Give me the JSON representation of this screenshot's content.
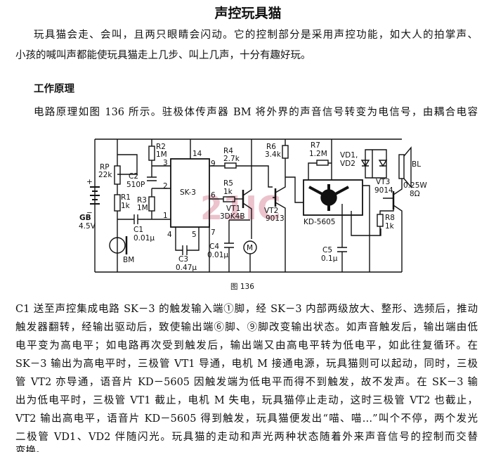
{
  "title": "声控玩具猫",
  "intro": [
    "玩具猫会走、会叫，且两只眼睛会闪动。它的控制部分是采用声控功能，如大人的拍掌声、",
    "小孩的喊叫声都能使玩具猫走上几步、叫上几声，十分有趣好玩。"
  ],
  "heading": "工作原理",
  "para1": "电路原理如图 136 所示。驻极体传声器 BM 将外界的声音信号转变为电信号，由耦合电容",
  "figure": {
    "caption": "图 136",
    "ic": "SK-3",
    "pins": [
      "14",
      "3",
      "2",
      "1",
      "4",
      "5",
      "9",
      "6",
      "7"
    ],
    "GB": "GB",
    "GB_v": "4.5V",
    "RP": "RP",
    "RP_v": "22k",
    "R1": "R1",
    "R1_v": "1k",
    "R2": "R2",
    "R2_v": "1M",
    "R3": "R3",
    "R3_v": "1M",
    "C1": "C1",
    "C1_v": "0.01μ",
    "C2": "C2",
    "C2_v": "510P",
    "C3": "C3",
    "C3_v": "0.47μ",
    "C4": "C4",
    "C4_v": "0.01μ",
    "C5": "C5",
    "C5_v": "0.1μ",
    "R4": "R4",
    "R4_v": "2.7k",
    "R5": "R5",
    "R5_v": "1k",
    "R6": "R6",
    "R6_v": "3.4k",
    "R7": "R7",
    "R7_v": "1.2M",
    "R8": "R8",
    "R8_v": "1k",
    "VT1": "VT1",
    "VT1_v": "3DK4B",
    "VT2": "VT2",
    "VT2_v": "9013",
    "VT3": "VT3",
    "VT3_v": "9014",
    "VD": "VD1,",
    "VD2": "VD2",
    "BL": "BL",
    "BL_p": "0.25W",
    "BL_r": "8Ω",
    "BM": "BM",
    "M": "M",
    "KD": "KD-5605",
    "watermark": "21IC"
  },
  "para2": [
    "C1 送至声控集成电路 SK－3 的触发输入端①脚，经 SK－3 内部两级放大、整形、选频后，推动",
    "触发器翻转，经输出驱动后，致使输出端⑥脚、⑨脚改变输出状态。如声音触发后，输出端由低",
    "电平变为高电平；如电路再次受到触发后，输出端又由高电平转为低电平，如此往复循环。在",
    "SK－3 输出为高电平时，三极管 VT1 导通，电机 M 接通电源，玩具猫则可以起动，同时，三极",
    "管 VT2 亦导通，语音片 KD－5605 因触发端为低电平而得不到触发，故不发声。在 SK－3 输",
    "出为低电平时，三极管 VT1 截止，电机 M 失电，玩具猫停止走动，这时三极管 VT2 也截止，",
    "VT2 输出高电平，语音片 KD－5605 得到触发，玩具猫便发出“喵、喵…”叫个不停，两个发光",
    "二极管 VD1、VD2 伴随闪光。玩具猫的走动和声光两种状态随着外来声音信号的控制而交替",
    "变换。"
  ]
}
